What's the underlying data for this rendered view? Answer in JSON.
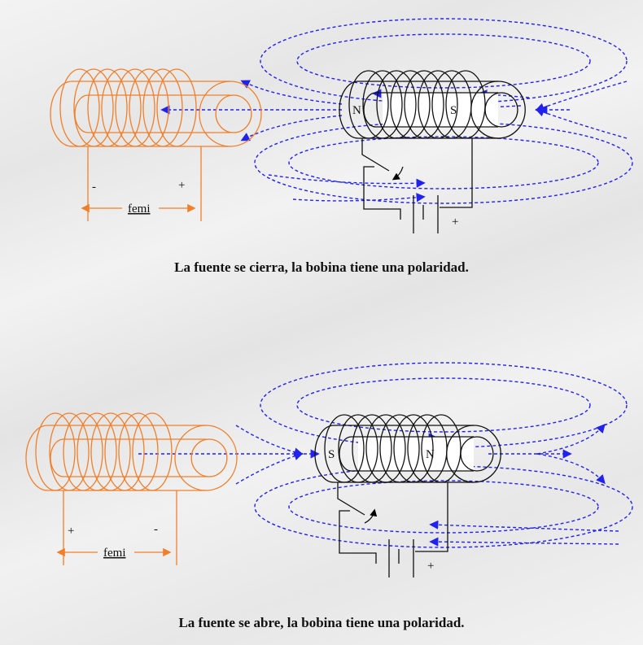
{
  "panels": [
    {
      "caption": "La fuente se cierra, la bobina tiene una polaridad.",
      "induced": {
        "left_sign": "-",
        "right_sign": "+",
        "femi_label": "femi"
      },
      "electromagnet": {
        "left_pole": "N",
        "right_pole": "S",
        "battery_sign": "+",
        "switch": "closing",
        "field_direction": "right-to-left"
      }
    },
    {
      "caption": "La fuente se abre, la bobina tiene una polaridad.",
      "induced": {
        "left_sign": "+",
        "right_sign": "-",
        "femi_label": "femi"
      },
      "electromagnet": {
        "left_pole": "S",
        "right_pole": "N",
        "battery_sign": "+",
        "switch": "opening",
        "field_direction": "left-to-right"
      }
    }
  ],
  "colors": {
    "induced_coil": "#f07f2a",
    "electromagnet": "#111111",
    "field_lines": "#2222ee"
  }
}
